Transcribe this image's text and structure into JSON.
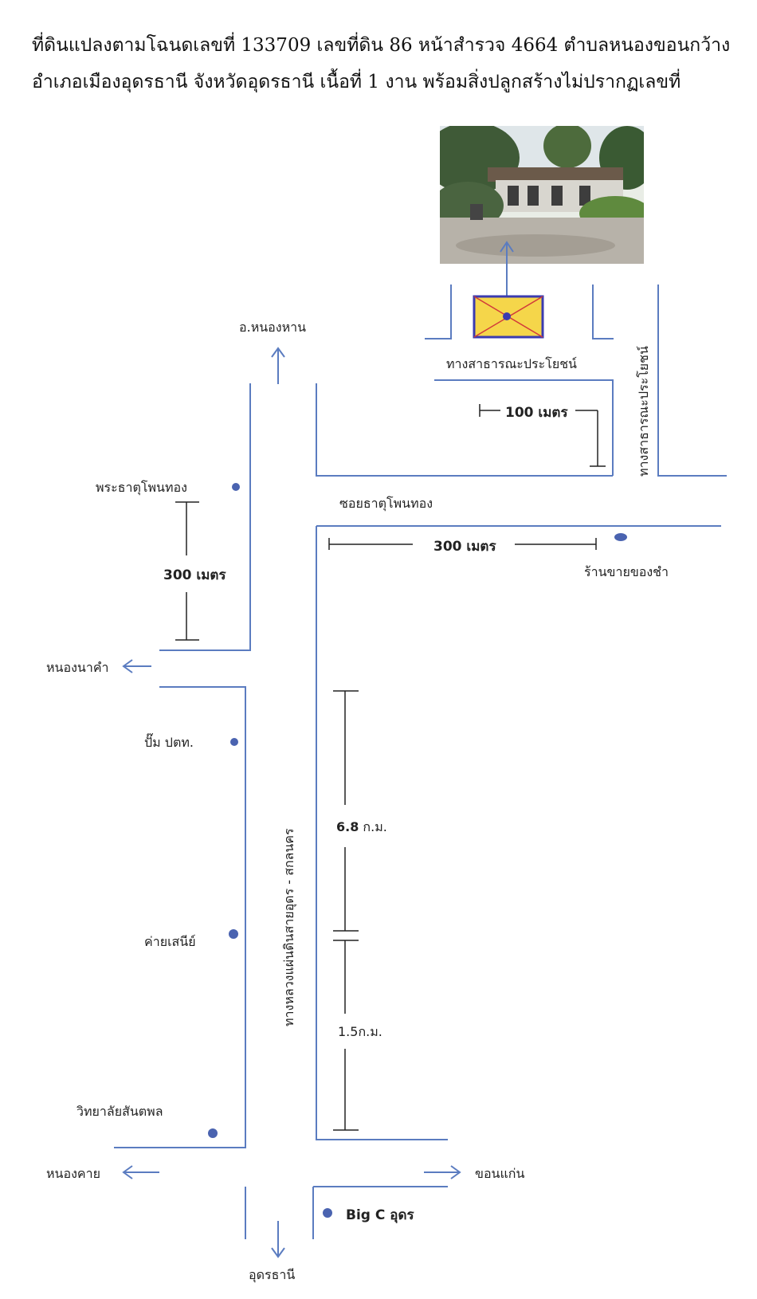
{
  "header": {
    "line1": "ที่ดินแปลงตามโฉนดเลขที่ 133709 เลขที่ดิน 86 หน้าสำรวจ 4664 ตำบลหนองขอนกว้าง",
    "line2": "อำเภอเมืองอุดรธานี จังหวัดอุดรธานี เนื้อที่ 1 งาน พร้อมสิ่งปลูกสร้างไม่ปรากฏเลขที่"
  },
  "photo": {
    "subject": "house-photo"
  },
  "map": {
    "colors": {
      "road": "#5b7cc0",
      "marker": "#4a63b0",
      "plot_fill": "#f5d64a",
      "plot_border": "#3b3bb0",
      "plot_cross": "#d23a3a"
    },
    "directions": {
      "north": "อ.หนองหาน",
      "west_upper": "หนองนาคำ",
      "west_lower": "หนองคาย",
      "east_lower": "ขอนแก่น",
      "south": "อุดรธานี"
    },
    "roads": {
      "public_way_horizontal": "ทางสาธารณะประโยชน์",
      "public_way_vertical": "ทางสาธารณะประโยชน์",
      "soi": "ซอยธาตุโพนทอง",
      "highway": "ทางหลวงแผ่นดินสายอุดร - สกลนคร"
    },
    "distances": {
      "d100": "100 เมตร",
      "d300_horizontal": "300 เมตร",
      "d300_vertical": "300 เมตร",
      "d6_8_value": "6.8",
      "d6_8_unit": " ก.ม.",
      "d1_5": "1.5ก.ม."
    },
    "landmarks": {
      "phra_that": "พระธาตุโพนทอง",
      "shop": "ร้านขายของชำ",
      "ptt": "ปั๊ม ปตท.",
      "camp": "ค่ายเสนีย์",
      "college": "วิทยาลัยสันตพล",
      "bigc": "Big C อุดร"
    }
  }
}
